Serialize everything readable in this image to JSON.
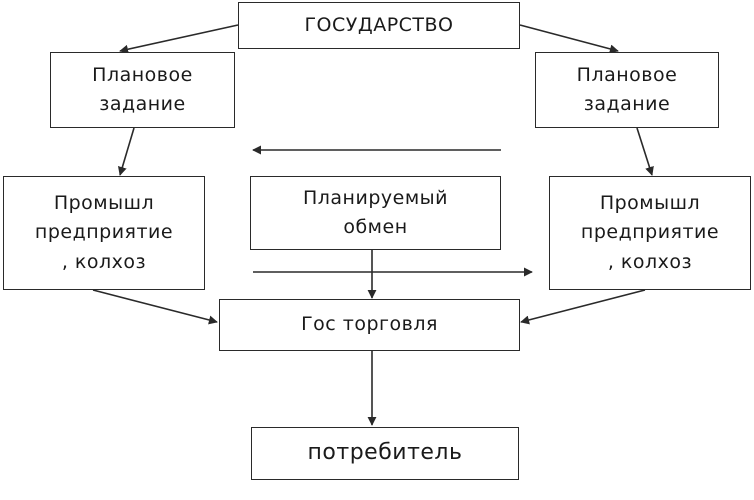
{
  "nodes": {
    "state": "ГОСУДАРСТВО",
    "plan_left": {
      "line1": "Плановое",
      "line2": "задание"
    },
    "plan_right": {
      "line1": "Плановое",
      "line2": "задание"
    },
    "enterprise_left": {
      "line1": "Промышл",
      "line2": "предприятие",
      "line3": ", колхоз"
    },
    "planned_exchange": {
      "line1": "Планируемый",
      "line2": "обмен"
    },
    "enterprise_right": {
      "line1": "Промышл",
      "line2": "предприятие",
      "line3": ", колхоз"
    },
    "state_trade": "Гос торговля",
    "consumer": "потребитель"
  },
  "colors": {
    "stroke": "#2a2a2a",
    "background": "#ffffff"
  }
}
